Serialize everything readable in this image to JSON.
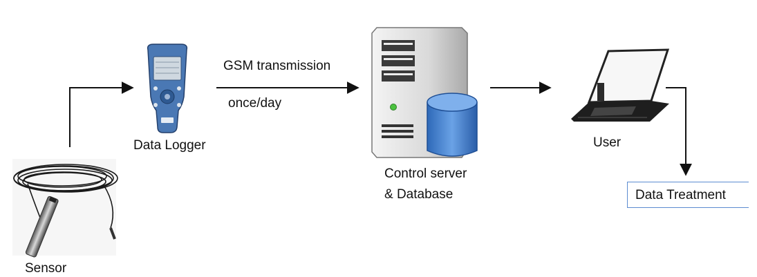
{
  "nodes": {
    "sensor": {
      "label": "Sensor",
      "icon": "sensor-cable-icon"
    },
    "logger": {
      "label": "Data Logger",
      "icon": "handheld-logger-icon"
    },
    "server": {
      "label_line1": "Control server",
      "label_line2": "& Database",
      "icon": "server-database-icon"
    },
    "user": {
      "label": "User",
      "icon": "laptop-icon"
    },
    "treatment": {
      "label": "Data Treatment"
    }
  },
  "edges": {
    "transmission": {
      "label_top": "GSM transmission",
      "label_bottom": "once/day"
    }
  },
  "colors": {
    "arrow": "#111111",
    "box_border": "#5b8bd0",
    "server_body": "#dcdcdc",
    "database_blue": "#3f7fd0",
    "logger_blue": "#4a78b4"
  }
}
